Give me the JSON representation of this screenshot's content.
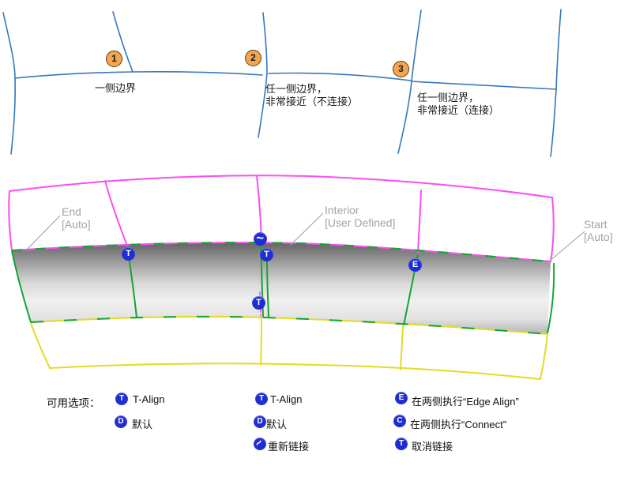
{
  "top_diagram": {
    "cases": [
      {
        "number": "1",
        "label": "一侧边界"
      },
      {
        "number": "2",
        "label": "任一侧边界，\n非常接近（不连接）"
      },
      {
        "number": "3",
        "label": "任一侧边界，\n非常接近（连接）"
      }
    ]
  },
  "surface": {
    "labels": {
      "end": "End\n[Auto]",
      "interior": "Interior\n[User Defined]",
      "start": "Start\n[Auto]"
    },
    "badges": {
      "t1": "T",
      "relink": "~",
      "t2": "T",
      "t3": "T",
      "e": "E"
    }
  },
  "legend": {
    "title": "可用选项：",
    "columns": [
      {
        "items": [
          {
            "icon": "T",
            "label": "T-Align"
          },
          {
            "icon": "D",
            "label": "默认"
          }
        ]
      },
      {
        "items": [
          {
            "icon": "T",
            "label": "T-Align"
          },
          {
            "icon": "D",
            "label": "默认"
          },
          {
            "icon": "~",
            "label": "重新链接"
          }
        ]
      },
      {
        "items": [
          {
            "icon": "E",
            "label": "在两侧执行“Edge Align”"
          },
          {
            "icon": "C",
            "label": "在两侧执行“Connect”"
          },
          {
            "icon": "T",
            "label": "取消链接"
          }
        ]
      }
    ]
  },
  "colors": {
    "boundary_blue": "#3579BE",
    "surface_magenta": "#FA4DF5",
    "surface_green": "#12A436",
    "surface_yellow": "#E2DB25",
    "badge_blue": "#1F2DD3",
    "number_orange": "#F5A54F",
    "label_gray": "#A3A3A3"
  }
}
